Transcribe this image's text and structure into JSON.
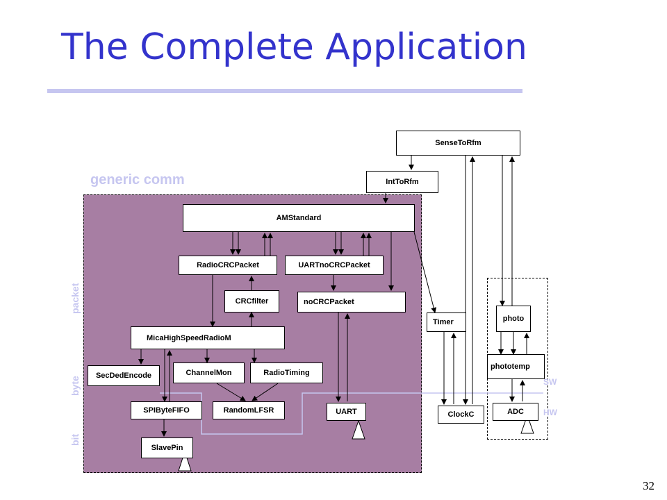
{
  "slide": {
    "title": "The Complete Application",
    "page_number": "32",
    "region_label": "generic comm"
  },
  "layers": {
    "packet": "packet",
    "byte": "byte",
    "bit": "bit"
  },
  "boundary": {
    "sw": "SW",
    "hw": "HW"
  },
  "components": {
    "sense_to_rfm": "SenseToRfm",
    "int_to_rfm": "IntToRfm",
    "am_standard": "AMStandard",
    "radio_crc_packet": "RadioCRCPacket",
    "uart_no_crc_packet": "UARTnoCRCPacket",
    "crc_filter": "CRCfilter",
    "no_crc_packet": "noCRCPacket",
    "mica_high_speed_radio_m": "MicaHighSpeedRadioM",
    "sec_ded_encode": "SecDedEncode",
    "channel_mon": "ChannelMon",
    "radio_timing": "RadioTiming",
    "spi_byte_fifo": "SPIByteFIFO",
    "random_lfsr": "RandomLFSR",
    "slave_pin": "SlavePin",
    "uart": "UART",
    "timer": "Timer",
    "clock_c": "ClockC",
    "photo": "photo",
    "phototemp": "phototemp",
    "adc": "ADC"
  }
}
